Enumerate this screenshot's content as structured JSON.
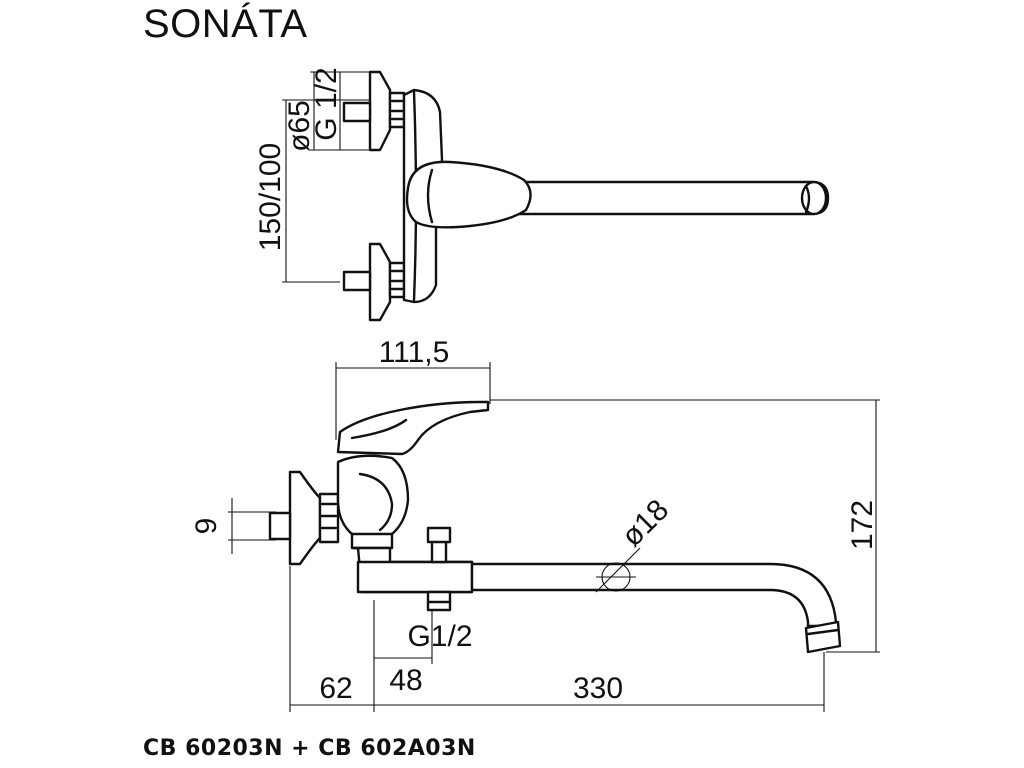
{
  "title": "SONÁTA",
  "product_codes": "CB 60203N + CB 602A03N",
  "top_view": {
    "dim_diameter": "ø65",
    "dim_thread": "G 1/2",
    "dim_spacing": "150/100"
  },
  "side_view": {
    "dim_lever": "111,5",
    "dim_height": "172",
    "dim_pipe": "ø18",
    "dim_nut": "9",
    "dim_outlet_thread": "G1/2",
    "dim_wall": "62",
    "dim_offset": "48",
    "dim_spout": "330"
  }
}
